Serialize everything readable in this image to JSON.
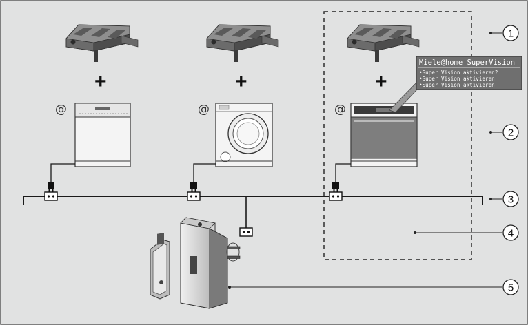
{
  "diagram": {
    "callouts": [
      "1",
      "2",
      "3",
      "4",
      "5"
    ],
    "plus_symbol": "+",
    "home_symbol": "@",
    "display": {
      "title": "Miele@home SuperVision",
      "lines": [
        "•Super Vision aktivieren?",
        "•Super Vision aktivieren",
        "•Super Vision aktivieren"
      ]
    },
    "colors": {
      "background": "#e1e2e2",
      "appliance_body": "#f4f4f4",
      "oven_body": "#7e7e7e",
      "cable": "#1a1a1a",
      "display_bg": "#6f6f6f"
    }
  }
}
